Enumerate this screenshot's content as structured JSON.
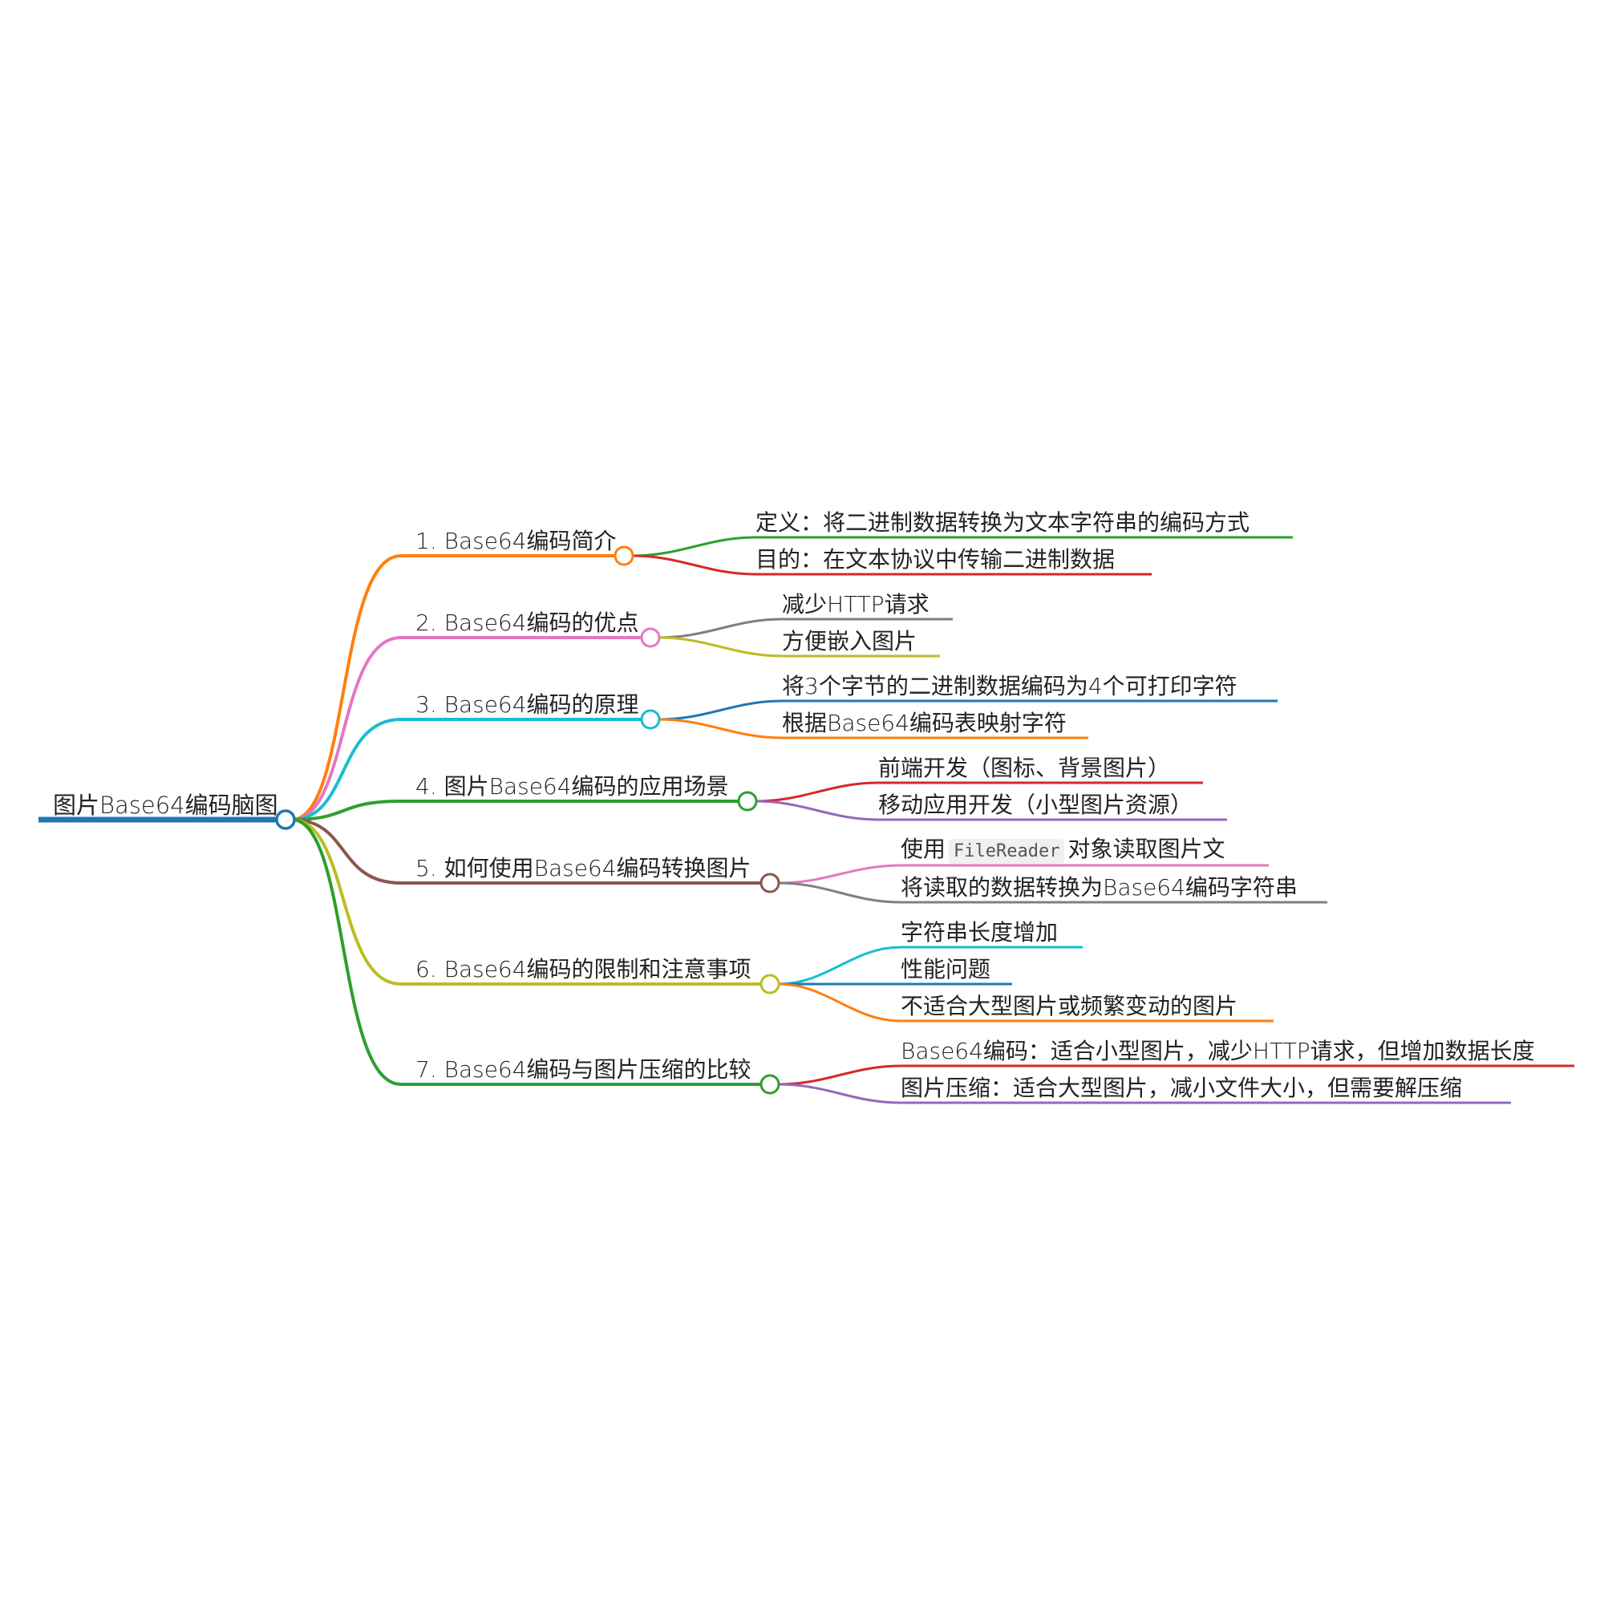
{
  "root": {
    "label": "图片Base64编码脑图",
    "color": "#1f77b4"
  },
  "branches": [
    {
      "label": "1. Base64编码简介",
      "color": "#ff7f0e",
      "children": [
        {
          "label": "定义：将二进制数据转换为文本字符串的编码方式",
          "color": "#2ca02c"
        },
        {
          "label": "目的：在文本协议中传输二进制数据",
          "color": "#d62728"
        }
      ]
    },
    {
      "label": "2. Base64编码的优点",
      "color": "#e377c2",
      "children": [
        {
          "label": "减少HTTP请求",
          "color": "#7f7f7f"
        },
        {
          "label": "方便嵌入图片",
          "color": "#bcbd22"
        }
      ]
    },
    {
      "label": "3. Base64编码的原理",
      "color": "#17becf",
      "children": [
        {
          "label": "将3个字节的二进制数据编码为4个可打印字符",
          "color": "#1f77b4"
        },
        {
          "label": "根据Base64编码表映射字符",
          "color": "#ff7f0e"
        }
      ]
    },
    {
      "label": "4. 图片Base64编码的应用场景",
      "color": "#2ca02c",
      "children": [
        {
          "label": "前端开发（图标、背景图片）",
          "color": "#d62728"
        },
        {
          "label": "移动应用开发（小型图片资源）",
          "color": "#9467bd"
        }
      ]
    },
    {
      "label": "5. 如何使用Base64编码转换图片",
      "color": "#8c564b",
      "children": [
        {
          "label_prefix": "使用",
          "code": "FileReader",
          "label_suffix": "对象读取图片文",
          "color": "#e377c2"
        },
        {
          "label": "将读取的数据转换为Base64编码字符串",
          "color": "#7f7f7f"
        }
      ]
    },
    {
      "label": "6. Base64编码的限制和注意事项",
      "color": "#bcbd22",
      "children": [
        {
          "label": "字符串长度增加",
          "color": "#17becf"
        },
        {
          "label": "性能问题",
          "color": "#1f77b4"
        },
        {
          "label": "不适合大型图片或频繁变动的图片",
          "color": "#ff7f0e"
        }
      ]
    },
    {
      "label": "7. Base64编码与图片压缩的比较",
      "color": "#2ca02c",
      "children": [
        {
          "label": "Base64编码：适合小型图片，减少HTTP请求，但增加数据长度",
          "color": "#d62728"
        },
        {
          "label": "图片压缩：适合大型图片，减小文件大小，但需要解压缩",
          "color": "#9467bd"
        }
      ]
    }
  ]
}
